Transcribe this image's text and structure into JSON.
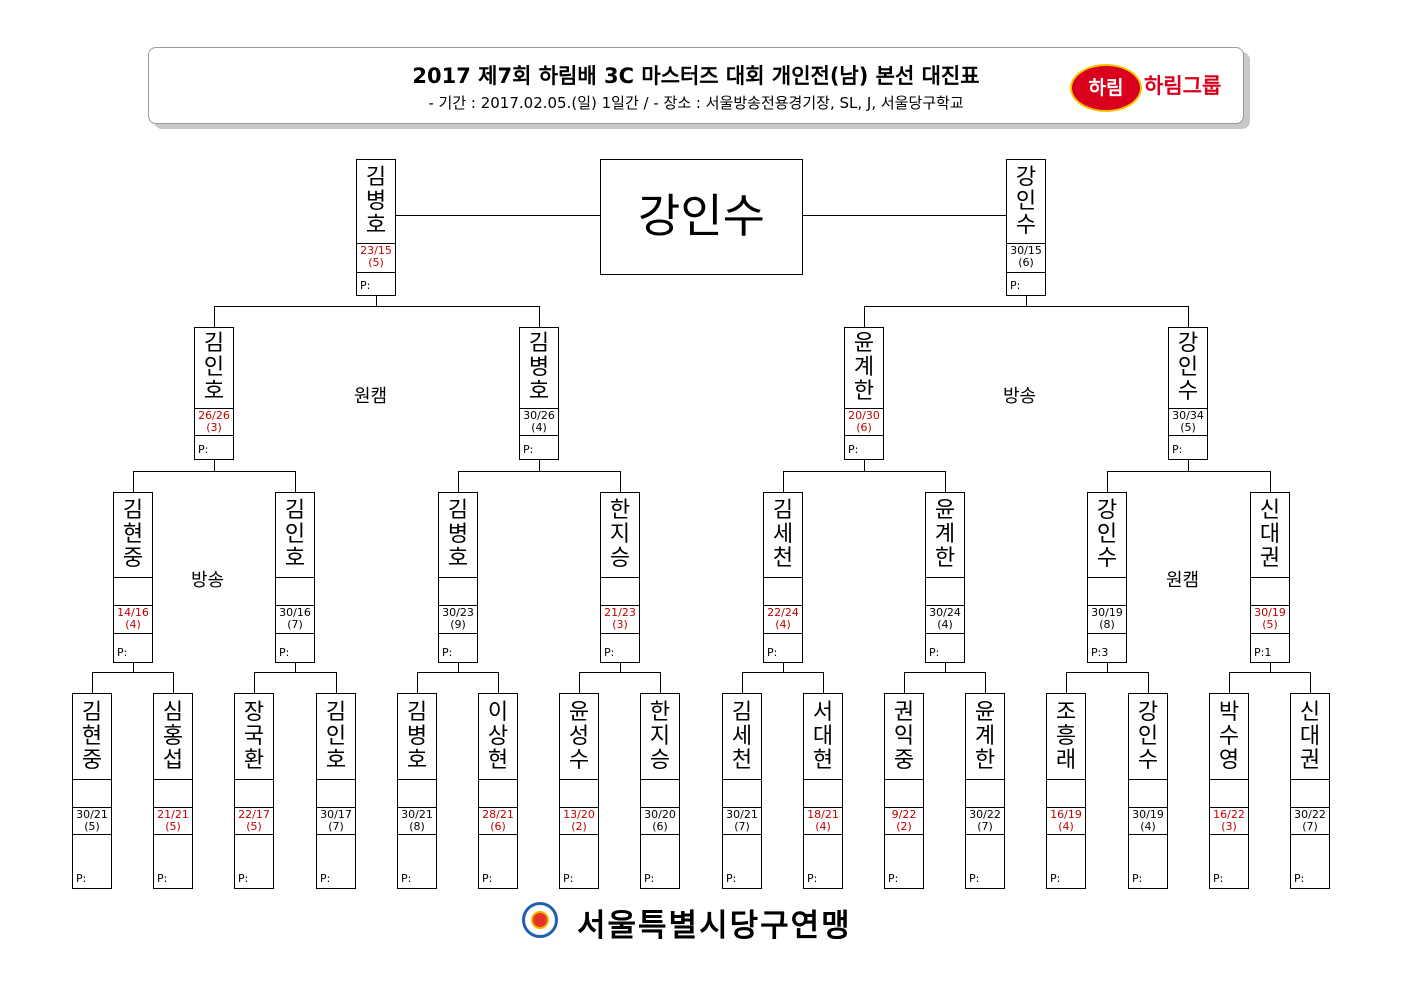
{
  "header": {
    "title": "2017 제7회 하림배 3C 마스터즈 대회 개인전(남) 본선 대진표",
    "subtitle": "- 기간 : 2017.02.05.(일) 1일간 / - 장소 : 서울방송전용경기장, SL, J, 서울당구학교",
    "logo_mark": "하림",
    "logo_text": "하림그룹"
  },
  "champion": "강인수",
  "venues": [
    "원캠",
    "방송",
    "방송",
    "원캠"
  ],
  "rounds": {
    "round16": [
      {
        "name": "김현중",
        "score": "30/21",
        "inn": "(5)",
        "p": "P:",
        "win": true
      },
      {
        "name": "심홍섭",
        "score": "21/21",
        "inn": "(5)",
        "p": "P:",
        "win": false
      },
      {
        "name": "장국환",
        "score": "22/17",
        "inn": "(5)",
        "p": "P:",
        "win": false
      },
      {
        "name": "김인호",
        "score": "30/17",
        "inn": "(7)",
        "p": "P:",
        "win": true
      },
      {
        "name": "김병호",
        "score": "30/21",
        "inn": "(8)",
        "p": "P:",
        "win": true
      },
      {
        "name": "이상현",
        "score": "28/21",
        "inn": "(6)",
        "p": "P:",
        "win": false
      },
      {
        "name": "윤성수",
        "score": "13/20",
        "inn": "(2)",
        "p": "P:",
        "win": false
      },
      {
        "name": "한지승",
        "score": "30/20",
        "inn": "(6)",
        "p": "P:",
        "win": true
      },
      {
        "name": "김세천",
        "score": "30/21",
        "inn": "(7)",
        "p": "P:",
        "win": true
      },
      {
        "name": "서대현",
        "score": "18/21",
        "inn": "(4)",
        "p": "P:",
        "win": false
      },
      {
        "name": "권익중",
        "score": "9/22",
        "inn": "(2)",
        "p": "P:",
        "win": false
      },
      {
        "name": "윤계한",
        "score": "30/22",
        "inn": "(7)",
        "p": "P:",
        "win": true
      },
      {
        "name": "조흥래",
        "score": "16/19",
        "inn": "(4)",
        "p": "P:",
        "win": false
      },
      {
        "name": "강인수",
        "score": "30/19",
        "inn": "(4)",
        "p": "P:",
        "win": true
      },
      {
        "name": "박수영",
        "score": "16/22",
        "inn": "(3)",
        "p": "P:",
        "win": false
      },
      {
        "name": "신대권",
        "score": "30/22",
        "inn": "(7)",
        "p": "P:",
        "win": true
      }
    ],
    "round8": [
      {
        "name": "김현중",
        "score": "14/16",
        "inn": "(4)",
        "p": "P:",
        "win": false
      },
      {
        "name": "김인호",
        "score": "30/16",
        "inn": "(7)",
        "p": "P:",
        "win": true
      },
      {
        "name": "김병호",
        "score": "30/23",
        "inn": "(9)",
        "p": "P:",
        "win": true
      },
      {
        "name": "한지승",
        "score": "21/23",
        "inn": "(3)",
        "p": "P:",
        "win": false
      },
      {
        "name": "김세천",
        "score": "22/24",
        "inn": "(4)",
        "p": "P:",
        "win": false
      },
      {
        "name": "윤계한",
        "score": "30/24",
        "inn": "(4)",
        "p": "P:",
        "win": true
      },
      {
        "name": "강인수",
        "score": "30/19",
        "inn": "(8)",
        "p": "P:3",
        "win": true
      },
      {
        "name": "신대권",
        "score": "30/19",
        "inn": "(5)",
        "p": "P:1",
        "win": false
      }
    ],
    "quarter": [
      {
        "name": "김인호",
        "score": "26/26",
        "inn": "(3)",
        "p": "P:",
        "win": false
      },
      {
        "name": "김병호",
        "score": "30/26",
        "inn": "(4)",
        "p": "P:",
        "win": true
      },
      {
        "name": "윤계한",
        "score": "20/30",
        "inn": "(6)",
        "p": "P:",
        "win": false
      },
      {
        "name": "강인수",
        "score": "30/34",
        "inn": "(5)",
        "p": "P:",
        "win": true
      }
    ],
    "semi": [
      {
        "name": "김병호",
        "score": "23/15",
        "inn": "(5)",
        "p": "P:",
        "win": false
      },
      {
        "name": "강인수",
        "score": "30/15",
        "inn": "(6)",
        "p": "P:",
        "win": true
      }
    ]
  },
  "footer": {
    "org": "서울특별시당구연맹"
  },
  "colors": {
    "loss_score": "#c00000",
    "logo_red": "#d8001c",
    "logo_gold": "#f3c300"
  }
}
